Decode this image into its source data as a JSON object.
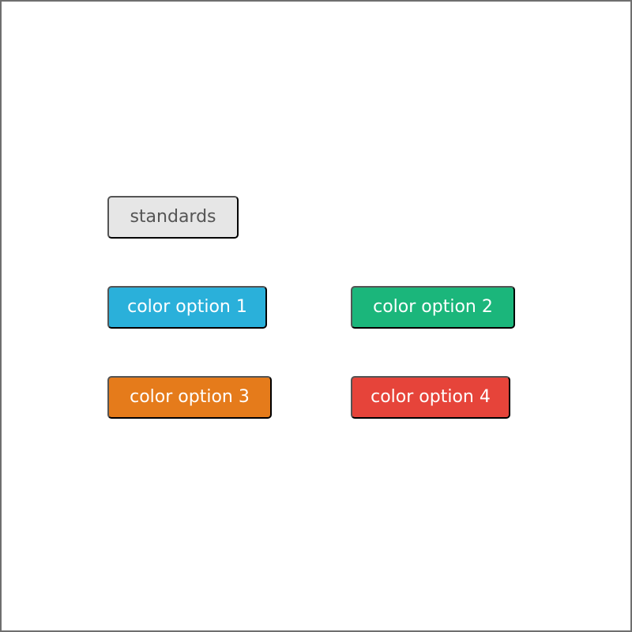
{
  "buttons": {
    "standard": {
      "label": "standards",
      "background": "#e6e6e6",
      "text_color": "#555555"
    },
    "color1": {
      "label": "color option 1",
      "background": "#2ab0da",
      "text_color": "#ffffff"
    },
    "color2": {
      "label": "color option 2",
      "background": "#1bb67b",
      "text_color": "#ffffff"
    },
    "color3": {
      "label": "color option 3",
      "background": "#e57b1b",
      "text_color": "#ffffff"
    },
    "color4": {
      "label": "color option 4",
      "background": "#e6443a",
      "text_color": "#ffffff"
    }
  }
}
